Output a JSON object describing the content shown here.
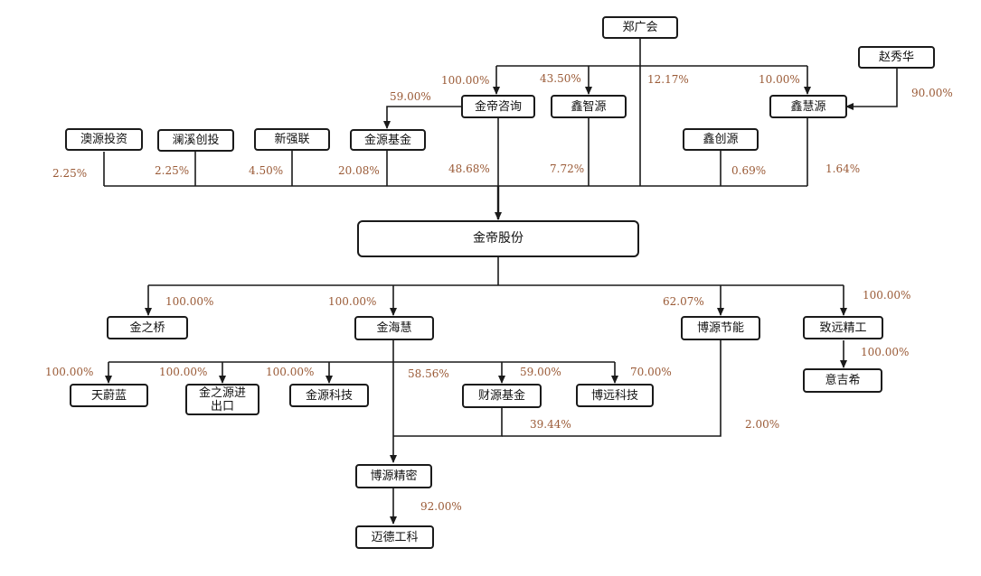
{
  "colors": {
    "line": "#1a1a1a",
    "percent": "#9a5a36",
    "box_border": "#1a1a1a"
  },
  "nodes": {
    "zhengguanghui": "郑广会",
    "zhaoxiuhua": "赵秀华",
    "jindi_zixun": "金帝咨询",
    "xinzhiyuan": "鑫智源",
    "xinhuiyuan": "鑫慧源",
    "aoyuan_touzi": "澳源投资",
    "lanxi_chuangtou": "澜溪创投",
    "xinqianglian": "新强联",
    "jinyuan_jijin": "金源基金",
    "xinchuangyuan": "鑫创源",
    "jindi_gufen": "金帝股份",
    "jinzhiqiao": "金之桥",
    "jinhaihui": "金海慧",
    "boyuan_jieneng": "博源节能",
    "zhiyuan_jinggong": "致远精工",
    "yijixi": "意吉希",
    "tianweilan": "天蔚蓝",
    "jinzhiyuan_jinchukou": "金之源进出口",
    "jinyuan_keji": "金源科技",
    "caiyuan_jijin": "财源基金",
    "boyuan_keji": "博远科技",
    "boyuan_jingmi": "博源精密",
    "maide_gongke": "迈德工科"
  },
  "percents": {
    "zgh_to_jindi_zixun": "100.00%",
    "zgh_to_xinzhiyuan": "43.50%",
    "zgh_to_jindi_gufen": "12.17%",
    "zgh_to_xinhuiyuan": "10.00%",
    "zxh_to_xinhuiyuan": "90.00%",
    "jindi_zixun_to_jinyuan_jijin": "59.00%",
    "aoyuan_to_gufen": "2.25%",
    "lanxi_to_gufen": "2.25%",
    "xinqianglian_to_gufen": "4.50%",
    "jinyuan_jijin_to_gufen": "20.08%",
    "jindi_zixun_to_gufen": "48.68%",
    "xinzhiyuan_to_gufen": "7.72%",
    "xinchuangyuan_to_gufen": "0.69%",
    "xinhuiyuan_to_gufen": "1.64%",
    "gufen_to_jinzhiqiao": "100.00%",
    "gufen_to_jinhaihui": "100.00%",
    "gufen_to_boyuan_jieneng": "62.07%",
    "gufen_to_zhiyuan": "100.00%",
    "zhiyuan_to_yijixi": "100.00%",
    "jinhaihui_to_tianweilan": "100.00%",
    "jinhaihui_to_jinzhiyuan": "100.00%",
    "jinhaihui_to_jinyuan_keji": "100.00%",
    "jinhaihui_to_boyuan_jingmi": "58.56%",
    "jinhaihui_to_caiyuan": "59.00%",
    "jinhaihui_to_boyuan_keji": "70.00%",
    "caiyuan_to_boyuan_jingmi": "39.44%",
    "boyuan_jieneng_to_boyuan_jingmi": "2.00%",
    "boyuan_jingmi_to_maide": "92.00%"
  }
}
